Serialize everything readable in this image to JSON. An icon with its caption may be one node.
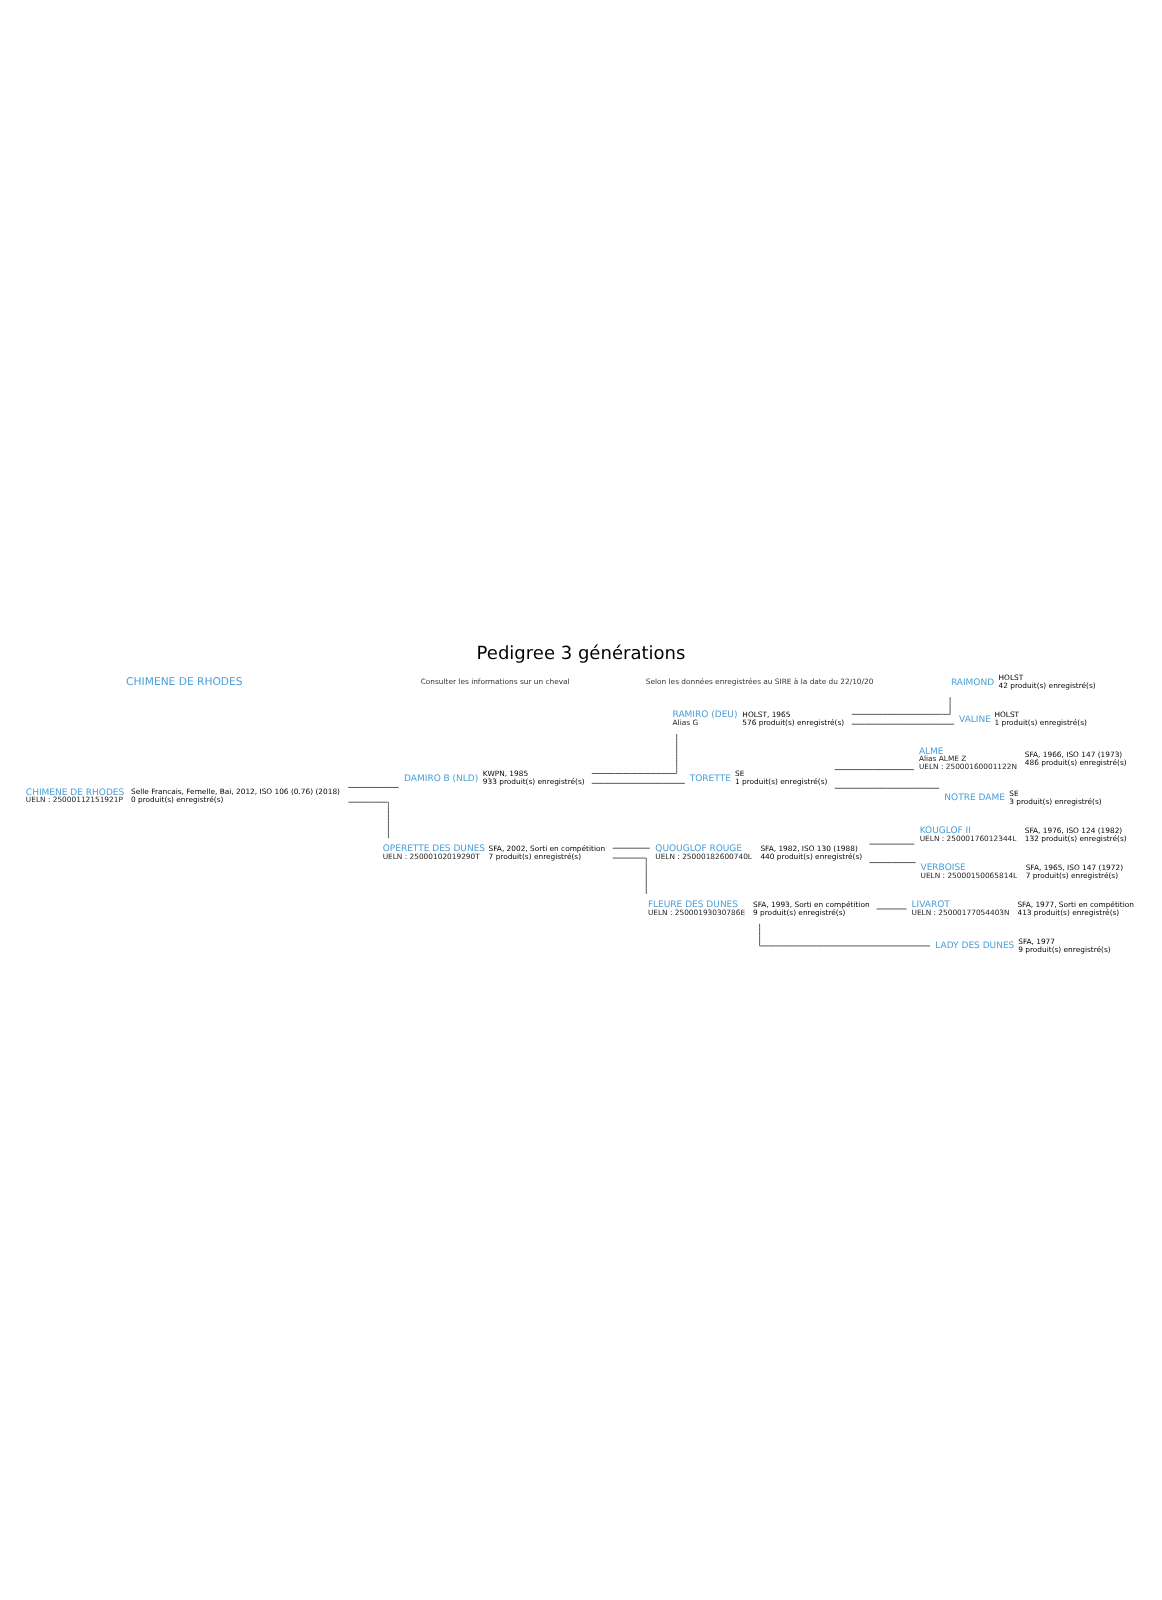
{
  "diagram": {
    "title": "Pedigree 3 générations",
    "nodes": [
      {
        "text": [
          "RAIMOND"
        ],
        "beside": [
          "HOLST",
          "42 produit(s) enregistré(s)"
        ]
      },
      {
        "text": [
          "RAMIRO (DEU)",
          "Alias G"
        ],
        "beside": [
          "HOLST, 1965",
          "576 produit(s) enregistré(s)"
        ]
      },
      {
        "text": [
          "VALINE"
        ],
        "beside": [
          "HOLST",
          "1 produit(s) enregistré(s)"
        ]
      },
      {
        "text": [
          "DAMIRO B (NLD)"
        ],
        "beside": [
          "KWPN, 1985",
          "933 produit(s) enregistré(s)"
        ]
      },
      {
        "text": [
          "ALME",
          "Alias ALME Z",
          "UELN : 25000160001122N"
        ],
        "beside": [
          "SFA, 1966, ISO 147 (1973)",
          "486 produit(s) enregistré(s)"
        ]
      },
      {
        "text": [
          "TORETTE"
        ],
        "beside": [
          "SE",
          "1 produit(s) enregistré(s)"
        ]
      },
      {
        "text": [
          "NOTRE DAME"
        ],
        "beside": [
          "SE",
          "3 produit(s) enregistré(s)"
        ]
      },
      {
        "text": [
          "CHIMENE DE RHODES",
          "UELN : 25000112151921P"
        ],
        "beside": [
          "Selle Francais, Femelle, Bai, 2012, ISO 106 (0.76) (2018)",
          "0 produit(s) enregistré(s)"
        ]
      },
      {
        "text": [
          "KOUGLOF II",
          "UELN : 25000176012344L"
        ],
        "beside": [
          "SFA, 1976, ISO 124 (1982)",
          "132 produit(s) enregistré(s)"
        ]
      },
      {
        "text": [
          "QUOUGLOF ROUGE",
          "UELN : 25000182600740L"
        ],
        "beside": [
          "SFA, 1982, ISO 130 (1988)",
          "440 produit(s) enregistré(s)"
        ]
      },
      {
        "text": [
          "VERBOISE",
          "UELN : 25000150065814L"
        ],
        "beside": [
          "SFA, 1965, ISO 147 (1972)",
          "7 produit(s) enregistré(s)"
        ]
      },
      {
        "text": [
          "OPERETTE DES DUNES",
          "UELN : 25000102019290T"
        ],
        "beside": [
          "SFA, 2002, Sorti en compétition",
          "7 produit(s) enregistré(s)"
        ]
      },
      {
        "text": [
          "LIVAROT",
          "UELN : 25000177054403N"
        ],
        "beside": [
          "SFA, 1977, Sorti en compétition",
          "413 produit(s) enregistré(s)"
        ]
      },
      {
        "text": [
          "FLEURE DES DUNES",
          "UELN : 25000193030786E"
        ],
        "beside": [
          "SFA, 1993, Sorti en compétition",
          "9 produit(s) enregistré(s)"
        ]
      },
      {
        "text": [
          "LADY DES DUNES"
        ],
        "beside": [
          "SFA, 1977",
          "9 produit(s) enregistré(s)"
        ]
      }
    ],
    "edges": [
      {
        "from": 1,
        "to": 0,
        "arrow": "none"
      },
      {
        "from": 1,
        "to": 2,
        "arrow": "none"
      },
      {
        "from": 3,
        "to": 1,
        "arrow": "none"
      },
      {
        "from": 3,
        "to": 5,
        "arrow": "none"
      },
      {
        "from": 5,
        "to": 4,
        "arrow": "none"
      },
      {
        "from": 5,
        "to": 6,
        "arrow": "none"
      },
      {
        "from": 7,
        "to": 3,
        "arrow": "none"
      },
      {
        "from": 7,
        "to": 11,
        "arrow": "none"
      },
      {
        "from": 9,
        "to": 8,
        "arrow": "none"
      },
      {
        "from": 9,
        "to": 10,
        "arrow": "none"
      },
      {
        "from": 11,
        "to": 9,
        "arrow": "none"
      },
      {
        "from": 11,
        "to": 13,
        "arrow": "none"
      },
      {
        "from": 13,
        "to": 12,
        "arrow": "none"
      },
      {
        "from": 13,
        "to": 14,
        "arrow": "none"
      }
    ],
    "labels": [
      "CHIMENE DE RHODES",
      "Consulter les informations sur un cheval",
      "Selon les données enregistrées au SIRE à la date du 22/10/20"
    ]
  }
}
